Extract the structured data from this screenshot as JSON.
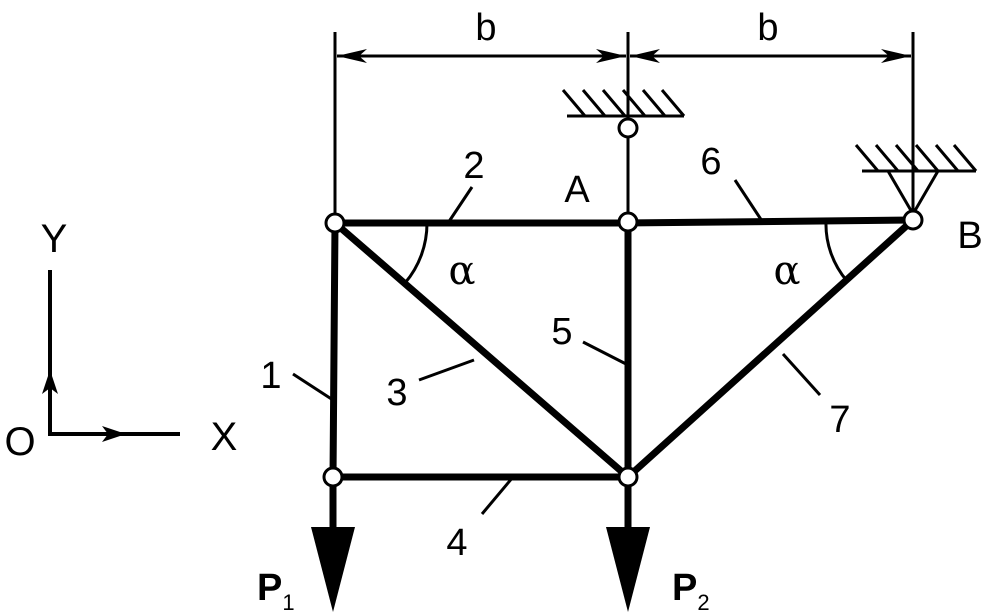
{
  "colors": {
    "ink": "#000000",
    "background": "#ffffff"
  },
  "dimensions": {
    "left_label": "b",
    "right_label": "b"
  },
  "points": {
    "A": "A",
    "B": "B"
  },
  "angles": {
    "left": "α",
    "right": "α"
  },
  "members": {
    "m1": "1",
    "m2": "2",
    "m3": "3",
    "m4": "4",
    "m5": "5",
    "m6": "6",
    "m7": "7"
  },
  "loads": {
    "p1": {
      "letter": "P",
      "subscript": "1"
    },
    "p2": {
      "letter": "P",
      "subscript": "2"
    }
  },
  "axes": {
    "origin": "O",
    "x": "X",
    "y": "Y"
  },
  "supports": {
    "top": "pin-hanger support",
    "right": "pin support"
  }
}
